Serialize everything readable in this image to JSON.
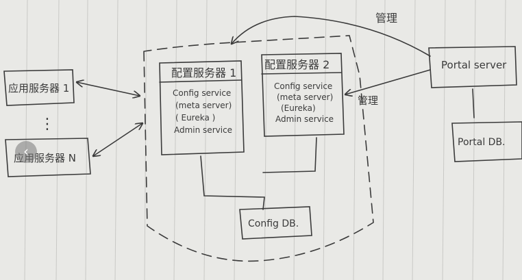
{
  "diagram": {
    "app_servers": {
      "first": "应用服务器 1",
      "dots": "⋮",
      "last": "应用服务器 N"
    },
    "config_server_1": {
      "title": "配置服务器 1",
      "lines": [
        "Config service",
        "(meta server)",
        "( Eureka )",
        "Admin service"
      ]
    },
    "config_server_2": {
      "title": "配置服务器 2",
      "lines": [
        "Config service",
        "(meta server)",
        "(Eureka)",
        "Admin service"
      ]
    },
    "config_db": "Config DB.",
    "portal_server": "Portal server",
    "portal_db": "Portal DB.",
    "manage_top": "管理",
    "manage_side": "管理"
  },
  "colors": {
    "paper": "#e9e9e6",
    "ruling": "#c9c9c6",
    "ink": "#3a3a3a"
  },
  "icons": {
    "prev": "chevron-left-icon"
  },
  "nav": {
    "prev_glyph": "‹"
  }
}
